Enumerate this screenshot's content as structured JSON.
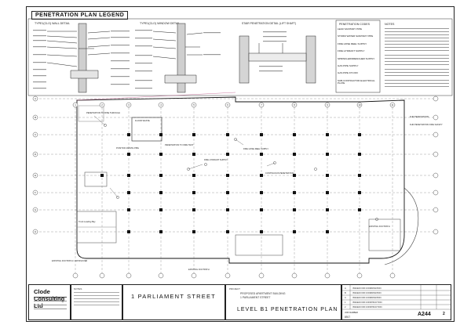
{
  "legend": {
    "title": "PENETRATION PLAN LEGEND",
    "details": [
      {
        "heading": "TYPE1(CLO) WALL DETAIL"
      },
      {
        "heading": "TYPE1(CLO) WINDOW DETAIL"
      },
      {
        "heading": "STAIR PENETRATION DETAIL (LIFT SHAFT)"
      }
    ],
    "codes_heading": "PENETRATION CODES",
    "codes": [
      "LEAD SANITARY PIPE",
      "STORM WATER SANITARY PIPE",
      "FIRE HOSE REEL SUPPLY",
      "FIRE HYDRANT SUPPLY",
      "SPRINKLER/DRENCHER SUPPLY",
      "GAS PIPE SUPPLY",
      "GAS PIPE FIT-OFF",
      "SUB-CONTRACTOR ELECTRICAL PLATE"
    ],
    "notes_heading": "NOTES"
  },
  "plan": {
    "grid_columns": [
      "1",
      "2",
      "3",
      "4",
      "5",
      "6",
      "7",
      "8",
      "9",
      "10",
      "11"
    ],
    "grid_rows": [
      "A",
      "B",
      "C",
      "D",
      "E",
      "F",
      "G",
      "H"
    ],
    "callouts": [
      "FLOOR WASTE",
      "PENETRATION TO RISE THROUGH",
      "POSITION WASTE PIPE",
      "PENETRATION TO FIRE TEST",
      "FIRE HYDRANT SUPPLY",
      "FIRE HOSE REEL SUPPLY",
      "CONTINUOUS PENETRATION"
    ],
    "left_labels": [
      "Truck Loading Bay",
      "EXISTING FOOTPATH / CROSSOVER"
    ],
    "bottom_label": "EXISTING FOOTPATH",
    "right_label": "EXISTING FOOTPATH",
    "side_notes": [
      "FHR PENETRATION",
      "FHR PENETRATION FIRE SAFETY"
    ]
  },
  "title_block": {
    "company": "Clode Consulting Ltd",
    "notes_heading": "NOTES",
    "project_street": "1 PARLIAMENT STREET",
    "project_heading": "PROJECT",
    "project_name": "PROPOSED APARTMENT BUILDING",
    "project_address": "1 PARLIAMENT STREET",
    "drawing_title": "LEVEL B1 PENETRATION PLAN",
    "job_no_label": "JOB NUMBER",
    "job_no": "8917",
    "sheet_no": "A244",
    "revision": "2",
    "revisions": [
      {
        "rev": "A",
        "desc": "ISSUED FOR COORDINATION"
      },
      {
        "rev": "B",
        "desc": "ISSUED FOR COORDINATION"
      },
      {
        "rev": "C",
        "desc": "ISSUED FOR COORDINATION"
      },
      {
        "rev": "1",
        "desc": "ISSUED FOR CONSTRUCTION"
      },
      {
        "rev": "2",
        "desc": "ISSUED FOR CONSTRUCTION"
      }
    ]
  }
}
